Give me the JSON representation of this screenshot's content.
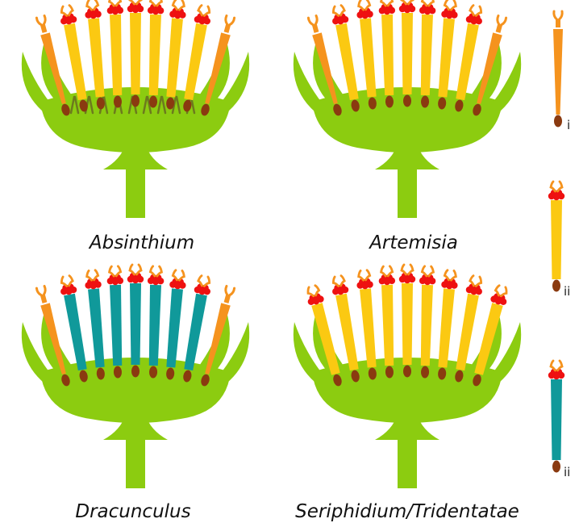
{
  "colors": {
    "green": "#8ccc10",
    "orange": "#f5931e",
    "yellow": "#fbc912",
    "teal": "#10999a",
    "red": "#ee1111",
    "brown": "#8a3a10",
    "hair": "#6d7a1e"
  },
  "panels": [
    {
      "caption": "Absinthium",
      "florets": [
        "orange",
        "yellow",
        "yellow",
        "yellow",
        "yellow",
        "yellow",
        "yellow",
        "yellow",
        "orange"
      ],
      "receptacle_hairs": true
    },
    {
      "caption": "Artemisia",
      "florets": [
        "orange",
        "yellow",
        "yellow",
        "yellow",
        "yellow",
        "yellow",
        "yellow",
        "yellow",
        "orange"
      ],
      "receptacle_hairs": false
    },
    {
      "caption": "Dracunculus",
      "florets": [
        "orange",
        "teal",
        "teal",
        "teal",
        "teal",
        "teal",
        "teal",
        "teal",
        "orange"
      ],
      "receptacle_hairs": false
    },
    {
      "caption": "Seriphidium/Tridentatae",
      "florets": [
        "yellow",
        "yellow",
        "yellow",
        "yellow",
        "yellow",
        "yellow",
        "yellow",
        "yellow",
        "yellow"
      ],
      "receptacle_hairs": false
    }
  ],
  "key": [
    {
      "label": "i",
      "color": "orange"
    },
    {
      "label": "ii",
      "color": "yellow"
    },
    {
      "label": "ii",
      "color": "teal"
    }
  ]
}
